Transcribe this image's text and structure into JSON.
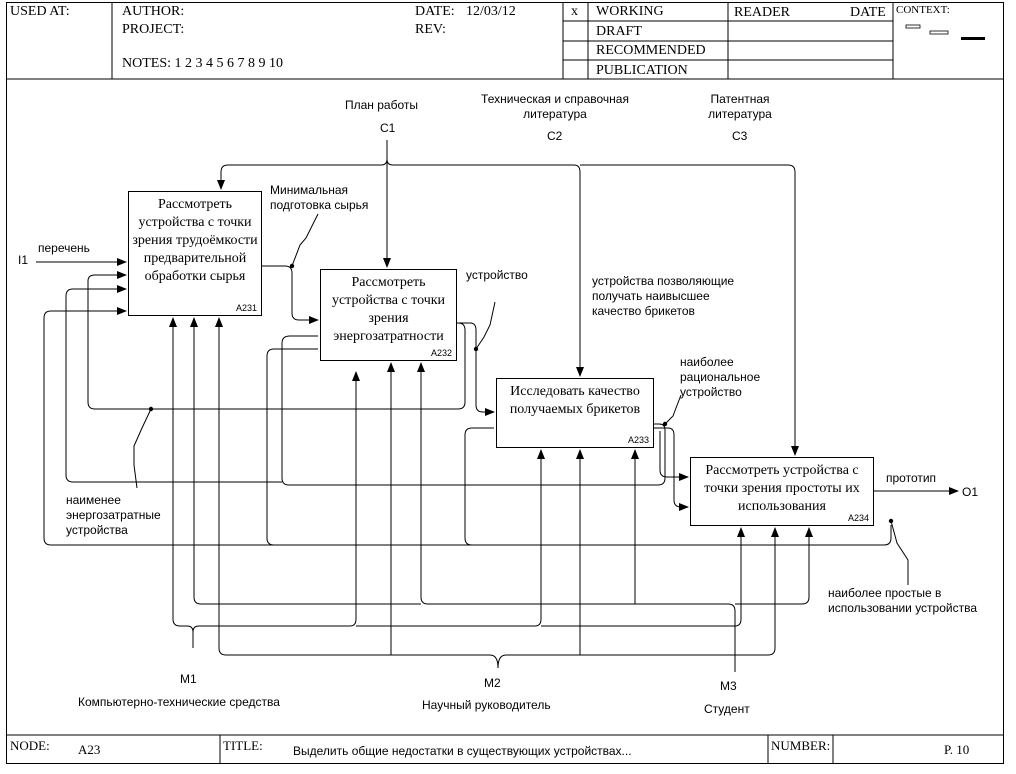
{
  "header": {
    "used_at": "USED AT:",
    "author": "AUTHOR:",
    "project": "PROJECT:",
    "notes": "NOTES:  1  2  3  4  5  6  7  8  9  10",
    "date_label": "DATE:",
    "date_value": "12/03/12",
    "rev": "REV:",
    "x_mark": "x",
    "status": [
      "WORKING",
      "DRAFT",
      "RECOMMENDED",
      "PUBLICATION"
    ],
    "reader": "READER",
    "date2": "DATE",
    "context": "CONTEXT:"
  },
  "boxes": [
    {
      "title": "Рассмотреть устройства с точки зрения трудоёмкости предварительной обработки сырья",
      "num": "A231"
    },
    {
      "title": "Рассмотреть устройства с точки зрения энергозатратности",
      "num": "A232"
    },
    {
      "title": "Исследовать качество получаемых брикетов",
      "num": "A233"
    },
    {
      "title": "Рассмотреть устройства с точки зрения простоты их использования",
      "num": "A234"
    }
  ],
  "labels": {
    "c1_name": "План работы",
    "c1": "C1",
    "c2_name": "Техническая и справочная литература",
    "c2": "C2",
    "c3_name": "Патентная литература",
    "c3": "C3",
    "i1": "I1",
    "i1_name": "перечень",
    "min_prep": "Минимальная подготовка сырья",
    "device": "устройство",
    "best_quality": "устройства позволяющие получать наивысшее качество брикетов",
    "rational": "наиболее рациональное устройство",
    "least_energy": "наименее энергозатратные устройства",
    "prototype": "прототип",
    "o1": "O1",
    "simplest": "наиболее простые в использовании устройства",
    "m1": "M1",
    "m1_name": "Компьютерно-технические средства",
    "m2": "M2",
    "m2_name": "Научный руководитель",
    "m3": "M3",
    "m3_name": "Студент"
  },
  "footer": {
    "node_label": "NODE:",
    "node_value": "A23",
    "title_label": "TITLE:",
    "title_value": "Выделить общие недостатки в существующих устройствах...",
    "number_label": "NUMBER:",
    "page": "P. 10"
  }
}
